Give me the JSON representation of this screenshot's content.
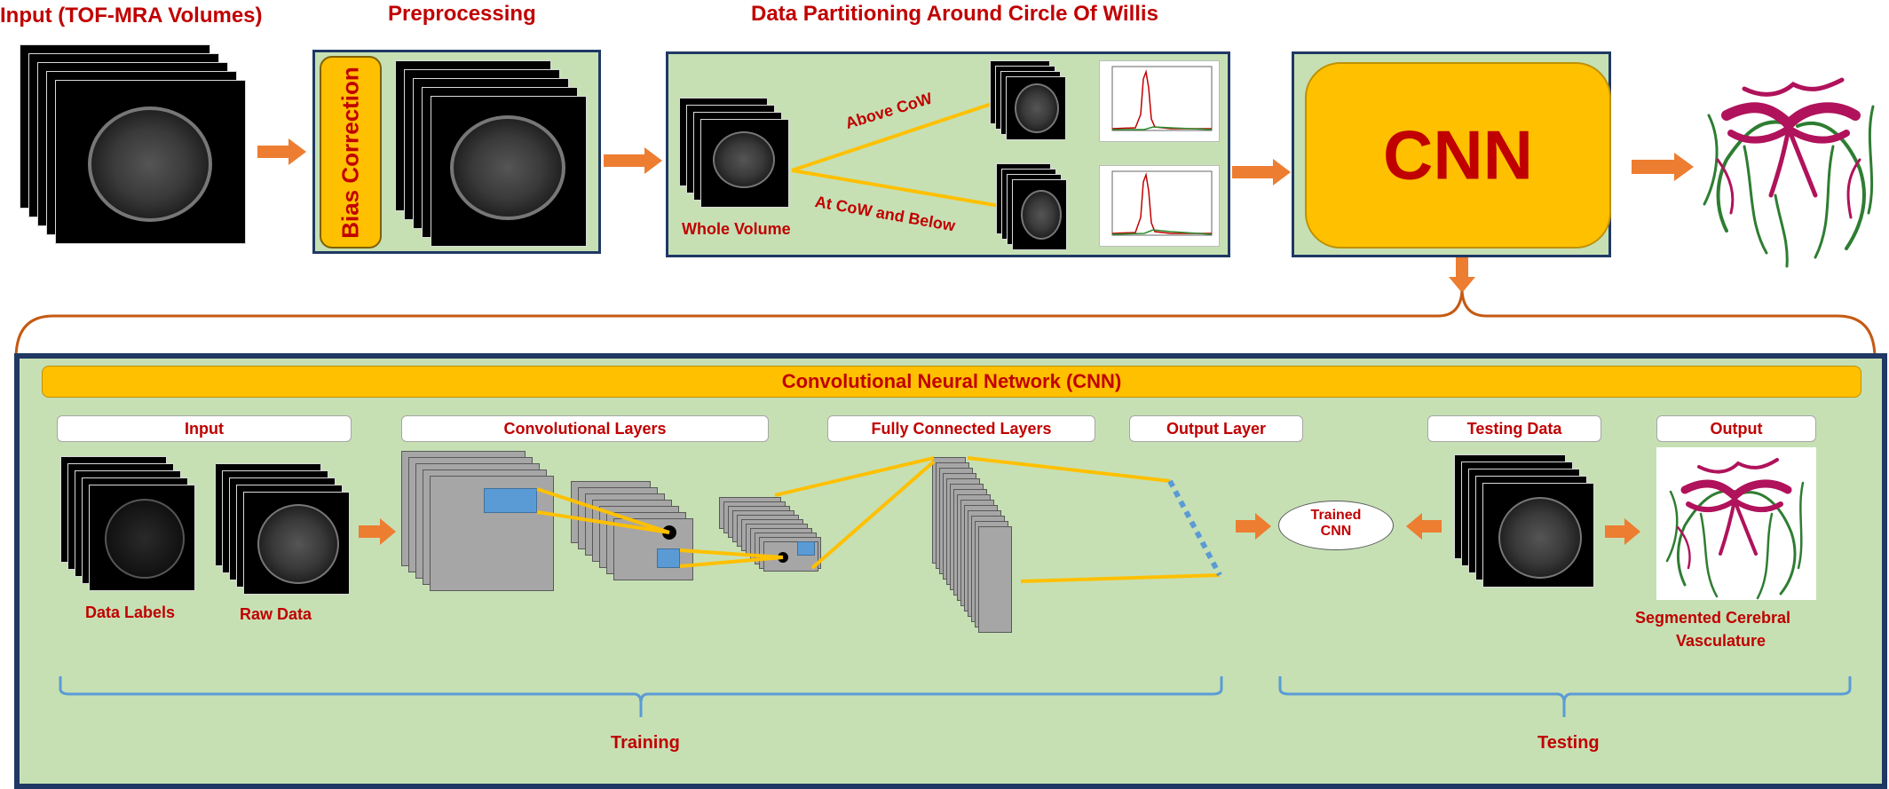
{
  "top": {
    "input_title": "Input (TOF-MRA Volumes)",
    "preprocessing_title": "Preprocessing",
    "bias_correction": "Bias Correction",
    "partition_title": "Data Partitioning Around Circle Of Willis",
    "whole_volume": "Whole Volume",
    "above_cow": "Above CoW",
    "at_cow_below": "At CoW and Below",
    "cnn": "CNN"
  },
  "cnn_panel": {
    "banner": "Convolutional Neural Network (CNN)",
    "headers": {
      "input": "Input",
      "conv_layers": "Convolutional Layers",
      "fc_layers": "Fully Connected Layers",
      "output_layer": "Output Layer",
      "testing_data": "Testing Data",
      "output": "Output"
    },
    "data_labels": "Data Labels",
    "raw_data": "Raw Data",
    "trained_cnn_line1": "Trained",
    "trained_cnn_line2": "CNN",
    "segmented_line1": "Segmented Cerebral",
    "segmented_line2": "Vasculature",
    "training": "Training",
    "testing": "Testing"
  },
  "colors": {
    "accent_red": "#c00000",
    "arrow_orange": "#ed7d31",
    "panel_green": "#c6e0b4",
    "border_navy": "#1f3864",
    "banner_yellow": "#ffc000",
    "bracket_blue": "#5b9bd5",
    "connector_orange": "#ffc000"
  },
  "icons": [
    "right-arrow-icon",
    "down-arrow-icon",
    "left-arrow-icon"
  ]
}
